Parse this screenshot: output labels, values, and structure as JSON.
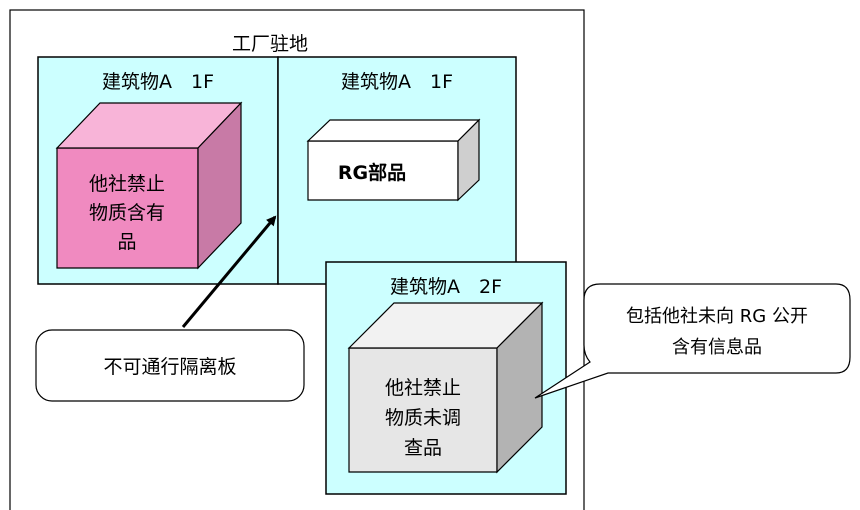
{
  "site": {
    "title": "工厂驻地"
  },
  "building_left": {
    "label": "建筑物A　1F",
    "box_lines": [
      "他社禁止",
      "物质含有",
      "品"
    ],
    "box_color": "#f08ac0"
  },
  "building_right": {
    "label": "建筑物A　1F",
    "box_label": "RG部品"
  },
  "building_bottom": {
    "label": "建筑物A　2F",
    "box_lines": [
      "他社禁止",
      "物质未调",
      "查品"
    ]
  },
  "callout_partition": {
    "text": "不可通行隔离板"
  },
  "callout_info": {
    "lines": [
      "包括他社未向 RG 公开",
      "含有信息品"
    ]
  },
  "colors": {
    "zone_fill": "#ccffff",
    "box_white": "#ffffff",
    "box_gray": "#e6e6e6"
  }
}
